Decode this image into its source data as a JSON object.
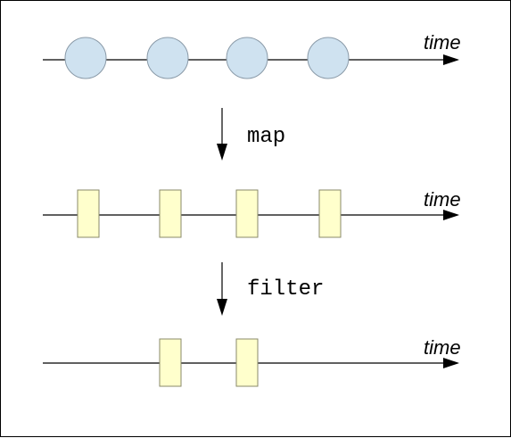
{
  "diagram": {
    "timelines": [
      {
        "id": "source",
        "time_label": "time",
        "item_shape": "circle",
        "item_count": 4
      },
      {
        "id": "mapped",
        "time_label": "time",
        "item_shape": "rectangle",
        "item_count": 4
      },
      {
        "id": "filtered",
        "time_label": "time",
        "item_shape": "rectangle",
        "item_count": 2
      }
    ],
    "operators": [
      {
        "id": "map",
        "label": "map"
      },
      {
        "id": "filter",
        "label": "filter"
      }
    ],
    "colors": {
      "circle_fill": "#cfe2f0",
      "circle_stroke": "#8a9aa8",
      "rect_fill": "#ffffcc",
      "rect_stroke": "#8a8a6a",
      "line": "#000000",
      "border": "#000000"
    }
  }
}
